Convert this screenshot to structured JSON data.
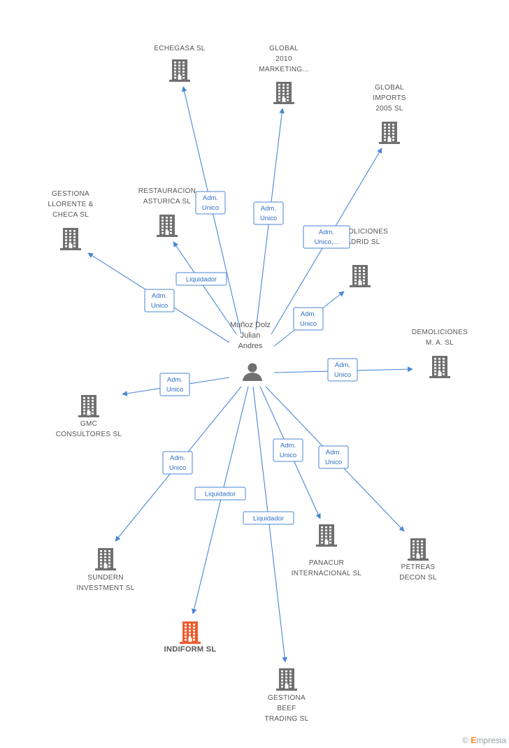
{
  "person": {
    "lines": [
      "Muñoz Dolz",
      "Julian",
      "Andres"
    ]
  },
  "colors": {
    "edge": "#4a86d6",
    "company": "#707070",
    "highlight": "#ee5a2d"
  },
  "companies": [
    {
      "id": "echegasa",
      "lines": [
        "ECHEGASA SL"
      ]
    },
    {
      "id": "global2010",
      "lines": [
        "GLOBAL",
        "2010",
        "MARKETING..."
      ]
    },
    {
      "id": "globalimports",
      "lines": [
        "GLOBAL",
        "IMPORTS",
        "2005 SL"
      ]
    },
    {
      "id": "gestionallorente",
      "lines": [
        "GESTIONA",
        "LLORENTE &",
        "CHECA SL"
      ]
    },
    {
      "id": "restauracion",
      "lines": [
        "RESTAURACION",
        "ASTURICA SL"
      ]
    },
    {
      "id": "demoliciones_madrid",
      "lines": [
        "DEMOLICIONES",
        "MADRID SL"
      ]
    },
    {
      "id": "demoliciones_ma",
      "lines": [
        "DEMOLICIONES",
        "M. A.  SL"
      ]
    },
    {
      "id": "gmc",
      "lines": [
        "GMC",
        "CONSULTORES SL"
      ]
    },
    {
      "id": "sundern",
      "lines": [
        "SUNDERN",
        "INVESTMENT SL"
      ]
    },
    {
      "id": "indiform",
      "lines": [
        "INDIFORM SL"
      ],
      "highlight": true
    },
    {
      "id": "gestionabeef",
      "lines": [
        "GESTIONA",
        "BEEF",
        "TRADING SL"
      ]
    },
    {
      "id": "panacur",
      "lines": [
        "PANACUR",
        "INTERNACIONAL SL"
      ]
    },
    {
      "id": "petreas",
      "lines": [
        "PETREAS",
        "DECON SL"
      ]
    }
  ],
  "edges": [
    {
      "to": "echegasa",
      "badge": [
        "Adm.",
        "Unico"
      ]
    },
    {
      "to": "global2010",
      "badge": [
        "Adm.",
        "Unico"
      ]
    },
    {
      "to": "globalimports",
      "badge": [
        "Adm.",
        "Unico,..."
      ]
    },
    {
      "to": "gestionallorente",
      "badge": [
        "Adm.",
        "Unico"
      ]
    },
    {
      "to": "restauracion",
      "badge": [
        "Liquidador"
      ]
    },
    {
      "to": "demoliciones_madrid",
      "badge": [
        "Adm.",
        "Unico"
      ]
    },
    {
      "to": "demoliciones_ma",
      "badge": [
        "Adm.",
        "Unico"
      ]
    },
    {
      "to": "gmc",
      "badge": [
        "Adm.",
        "Unico"
      ]
    },
    {
      "to": "sundern",
      "badge": [
        "Adm.",
        "Unico"
      ]
    },
    {
      "to": "indiform",
      "badge": [
        "Liquidador"
      ]
    },
    {
      "to": "gestionabeef",
      "badge": [
        "Liquidador"
      ]
    },
    {
      "to": "panacur",
      "badge": [
        "Adm.",
        "Unico"
      ]
    },
    {
      "to": "petreas",
      "badge": [
        "Adm.",
        "Unico"
      ]
    }
  ],
  "brand": {
    "copyright": "©",
    "initial": "E",
    "rest": "mpresia"
  }
}
